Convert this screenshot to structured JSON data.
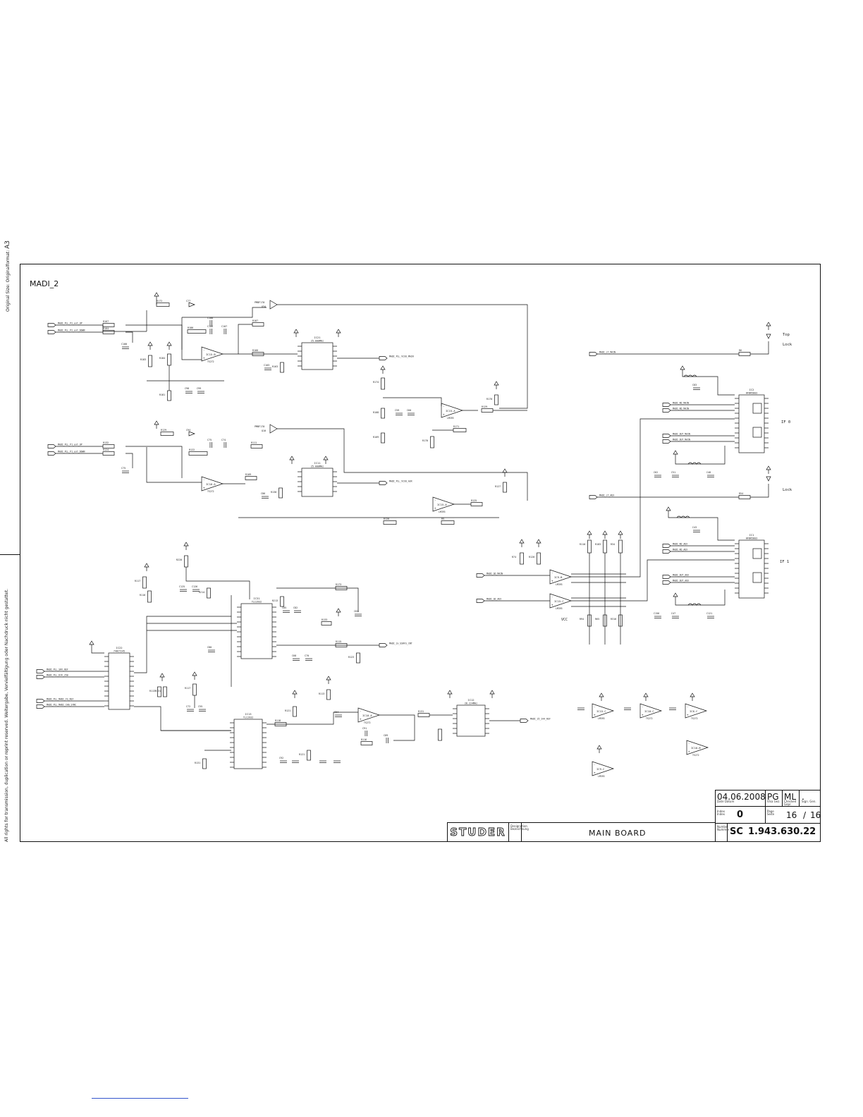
{
  "sheet": {
    "title": "MADI_2",
    "format_label": "Original Size: Originalformat:",
    "format_value": "A3",
    "rights_text": "All rights for transmission, duplication or reprint reserved. Weitergabe, Vervielfältigung oder Nachdruck nicht gestattet."
  },
  "title_block": {
    "date": "04.06.2008",
    "drawn_by": "PG",
    "checked_by": "ML",
    "approved_by": ".",
    "index_value": "0",
    "page": "16",
    "page_separator": "/",
    "page_total": "16",
    "brand": "STUDER",
    "description": "MAIN BOARD",
    "number_prefix": "SC",
    "number": "1.943.630.22",
    "labels": {
      "date": "Date Datum",
      "drawn": "Visa Gez.",
      "checked": "Checked Gepr.",
      "approved": "Sign. Gen.",
      "index": "Index Index",
      "page": "Page Seite",
      "designation": "Designation Bezeichnung",
      "number": "Number Nummer"
    }
  },
  "schematic": {
    "net_labels": [
      "MADI_PLL_P2_ext_UP",
      "MADI_PLL_P2_ext_DOWN",
      "MADI_PLL_P1_ext_UP",
      "MADI_PLL_P1_ext_DOWN",
      "MADI_PLL_VCXO_MAIN",
      "MADI_PLL_VCXO_AUX",
      "MADI_LT_MAIN",
      "MADI_LT_AUX",
      "MADI_RD_MAIN",
      "MADI_RD_AUX",
      "MADI_OUT_MAIN",
      "MADI_OUT_AUX",
      "MADI_SD_MAIN",
      "MADI_SD_AUX",
      "MADI_PLL_SRV_REF",
      "MADI_PLL_DIV_250",
      "MADI_PLL_MADI_FS_REF",
      "MADI_PLL_MADI_CHG_SYNC",
      "MADI_2x_USRFS_CNT",
      "MADI_25_244_REF"
    ],
    "components": [
      {
        "ref": "IC15-B",
        "value": "TS272"
      },
      {
        "ref": "IC16-A",
        "value": "TS272"
      },
      {
        "ref": "IC15-A",
        "value": "LM393"
      },
      {
        "ref": "IC15-A",
        "value": "LM393"
      },
      {
        "ref": "IC10-A",
        "value": "TS272"
      },
      {
        "ref": "IC9-A",
        "value": "LM393"
      },
      {
        "ref": "IC9-B",
        "value": "LM393"
      },
      {
        "ref": "IC15-C",
        "value": "LM393"
      },
      {
        "ref": "IC10-C",
        "value": "TS272"
      },
      {
        "ref": "IC6-C",
        "value": "TS272"
      },
      {
        "ref": "IC10-B",
        "value": "TS272"
      },
      {
        "ref": "IC9-C",
        "value": "LM393"
      }
    ],
    "chips": [
      {
        "ref": "IC21",
        "value": "25.000MHz"
      },
      {
        "ref": "IC11",
        "value": "25.000MHz"
      },
      {
        "ref": "IC31",
        "value": "TLC2932"
      },
      {
        "ref": "IC13",
        "value": "TLC2932"
      },
      {
        "ref": "IC22",
        "value": "74HCT245"
      },
      {
        "ref": "IC12",
        "value": "28.224MHz"
      },
      {
        "ref": "IC2",
        "value": "HFBR5803"
      },
      {
        "ref": "IC1",
        "value": "HFBR5803"
      }
    ],
    "transistors": [
      {
        "ref": "Q34",
        "value": "PMBF170"
      },
      {
        "ref": "Q10",
        "value": "PMBF170"
      }
    ],
    "annotations": [
      "Top",
      "Lock",
      "Lock",
      "IF 0",
      "IF 1",
      "VCC"
    ],
    "resistors": [
      "R172",
      "R167",
      "R164",
      "R183",
      "R184",
      "R165",
      "R181",
      "R186",
      "R187",
      "R166",
      "R163",
      "R174",
      "R168",
      "R169",
      "R170",
      "R171",
      "R129",
      "R132",
      "R124",
      "R122",
      "R111",
      "R109",
      "R130",
      "R128",
      "R127",
      "R125",
      "R126",
      "R5",
      "R6",
      "R54",
      "R74",
      "R120",
      "R110",
      "R183",
      "R34",
      "R94",
      "R65",
      "R316",
      "R325",
      "R223",
      "R222",
      "R220",
      "R214",
      "R213",
      "R173",
      "R133",
      "R115",
      "R123",
      "R117",
      "R118",
      "R121",
      "R113",
      "R116",
      "R131"
    ],
    "capacitors": [
      "C77",
      "C108",
      "C106",
      "C107",
      "C100",
      "C98",
      "C99",
      "C103",
      "C59",
      "C60",
      "C94",
      "C75",
      "C74",
      "C86",
      "C83",
      "C38",
      "C50",
      "C154",
      "C62",
      "C51",
      "C48",
      "C43",
      "C156",
      "C47",
      "C121",
      "C122",
      "C127",
      "C135",
      "C134",
      "C120",
      "C125",
      "C126",
      "C80",
      "C85",
      "C82",
      "C81",
      "C68",
      "C70",
      "C72",
      "C55",
      "C54",
      "C91",
      "C89",
      "C92"
    ]
  }
}
